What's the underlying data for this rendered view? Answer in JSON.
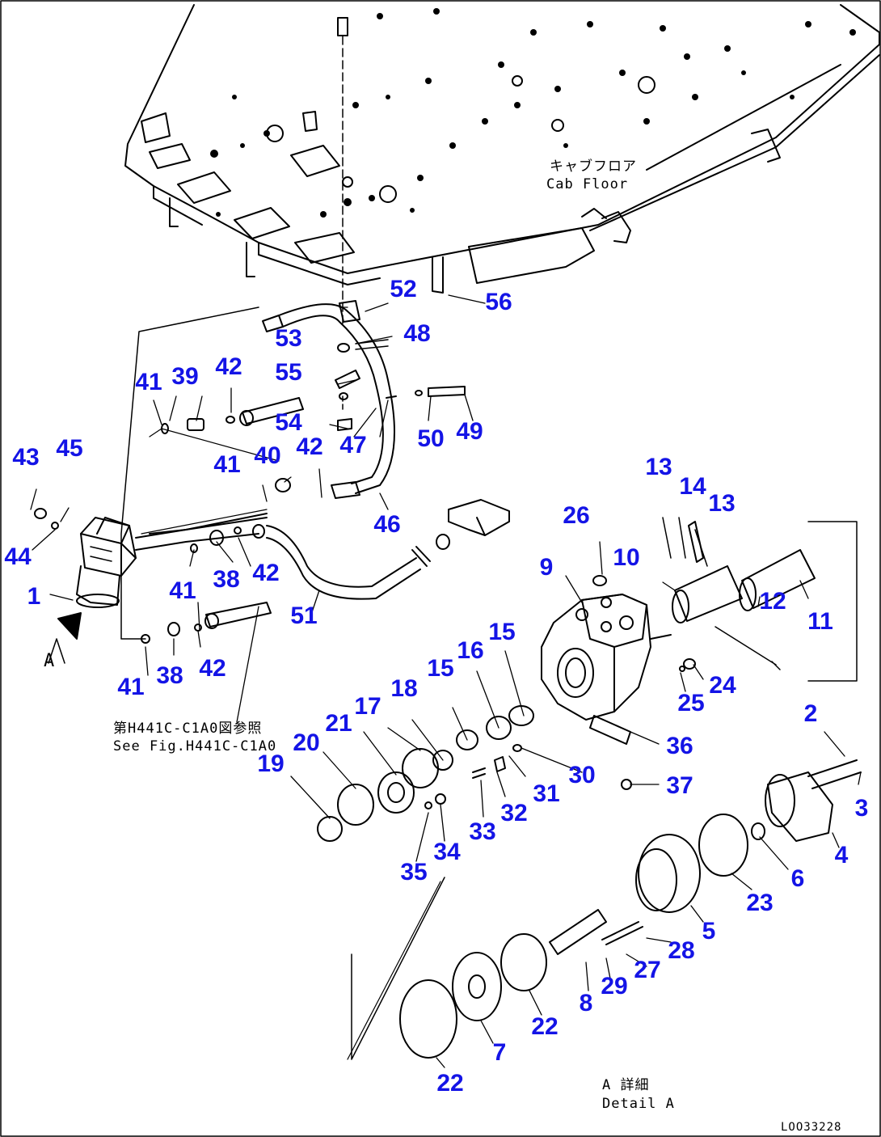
{
  "figure": {
    "drawing_code": "LOO33228",
    "cab_floor_jp": "キャブフロア",
    "cab_floor_en": "Cab Floor",
    "see_fig_jp": "第H441C-C1A0図参照",
    "see_fig_en": "See Fig.H441C-C1A0",
    "detail_jp": "A 詳細",
    "detail_en": "Detail A",
    "view_letter": "A"
  },
  "part_labels": [
    "1",
    "2",
    "3",
    "4",
    "5",
    "6",
    "7",
    "8",
    "9",
    "10",
    "11",
    "12",
    "13",
    "13",
    "14",
    "15",
    "15",
    "16",
    "17",
    "18",
    "19",
    "20",
    "21",
    "22",
    "22",
    "23",
    "24",
    "25",
    "26",
    "27",
    "28",
    "29",
    "30",
    "31",
    "32",
    "33",
    "34",
    "35",
    "36",
    "37",
    "38",
    "38",
    "39",
    "40",
    "41",
    "41",
    "41",
    "41",
    "42",
    "42",
    "42",
    "42",
    "43",
    "44",
    "45",
    "46",
    "47",
    "48",
    "49",
    "50",
    "51",
    "52",
    "53",
    "54",
    "55",
    "56"
  ],
  "colors": {
    "label": "#1414e6",
    "line": "#000000"
  }
}
